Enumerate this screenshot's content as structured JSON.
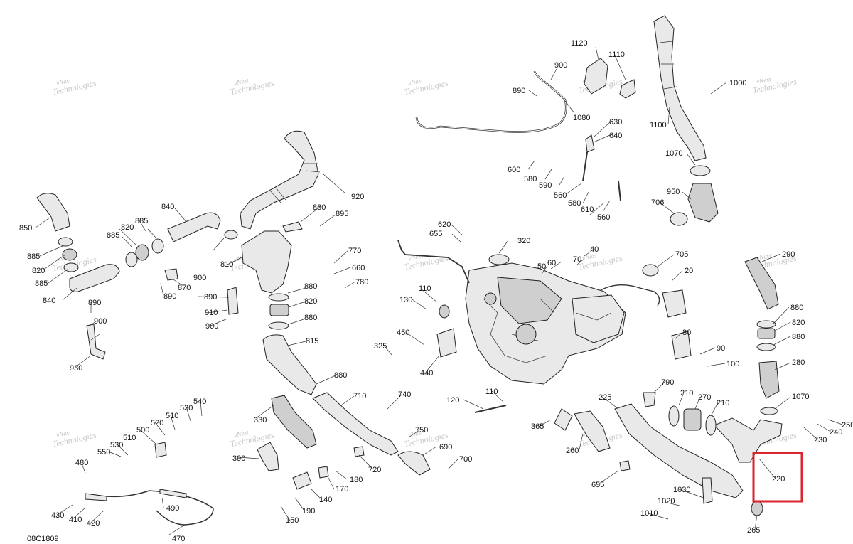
{
  "diagram_code": "08C1809",
  "watermark": [
    "vNext",
    "Technologies"
  ],
  "highlight_color": "#d9262c",
  "highlighted_part": "220",
  "labels": [
    "1120",
    "1110",
    "900",
    "890",
    "1080",
    "1000",
    "1100",
    "630",
    "640",
    "600",
    "580",
    "590",
    "560",
    "580",
    "610",
    "560",
    "1070",
    "950",
    "706",
    "920",
    "850",
    "840",
    "885",
    "820",
    "885",
    "840",
    "885",
    "820",
    "885",
    "860",
    "895",
    "810",
    "890",
    "870",
    "900",
    "890",
    "910",
    "900",
    "880",
    "820",
    "880",
    "815",
    "880",
    "770",
    "660",
    "780",
    "620",
    "655",
    "320",
    "40",
    "70",
    "705",
    "60",
    "50",
    "20",
    "110",
    "130",
    "450",
    "325",
    "440",
    "80",
    "90",
    "100",
    "290",
    "880",
    "820",
    "880",
    "280",
    "1070",
    "250",
    "240",
    "230",
    "220",
    "225",
    "790",
    "210",
    "270",
    "210",
    "260",
    "365",
    "655",
    "1030",
    "1020",
    "1010",
    "265",
    "930",
    "890",
    "900",
    "540",
    "530",
    "510",
    "500",
    "520",
    "550",
    "530",
    "510",
    "480",
    "490",
    "470",
    "430",
    "410",
    "420",
    "330",
    "390",
    "710",
    "720",
    "700",
    "690",
    "740",
    "750",
    "170",
    "180",
    "140",
    "190",
    "150",
    "120",
    "110"
  ]
}
